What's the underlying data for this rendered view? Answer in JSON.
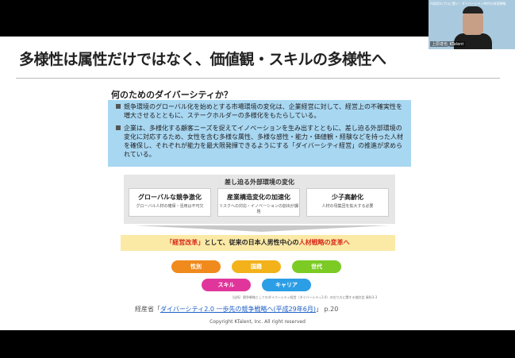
{
  "slide": {
    "title": "多様性は属性だけではなく、価値観・スキルの多様性へ",
    "subhead": "何のためのダイバーシティか？",
    "bullets": [
      "競争環境のグローバル化を始めとする市場環境の変化は、企業経営に対して、経営上の不確実性を増大させるとともに、ステークホルダーの多様化をもたらしている。",
      "企業は、多様化する顧客ニーズを捉えてイノベーションを生み出すとともに、差し迫る外部環境の変化に対応するため、女性を含む多様な属性、多様な感性・能力・価値観・経験などを持った人材を確保し、それぞれが能力を最大限発揮できるようにする「ダイバーシティ経営」の推進が求められている。"
    ],
    "environment": {
      "title": "差し迫る外部環境の変化",
      "boxes": [
        {
          "heading": "グローバルな競争激化",
          "sub": "グローバル人材の確保・活用は不可欠"
        },
        {
          "heading": "産業構造変化の加速化",
          "sub": "リスクへの対応・イノベーションの創出が課題"
        },
        {
          "heading": "少子高齢化",
          "sub": "人材の母集団を拡大する必要"
        }
      ]
    },
    "banner": {
      "red1": "「経営改革」",
      "middle": "として、従来の日本人男性中心の",
      "red2": "人材戦略の変革へ"
    },
    "pills": [
      "性別",
      "国籍",
      "世代",
      "スキル",
      "キャリア"
    ],
    "source_small": "（出所）競争戦略としてのダイバーシティ経営（ダイバーシティ2.0）の在り方に関する検討会 資料3-3",
    "citation": {
      "prefix": "経産省「",
      "link": "ダイバーシティ2.0 一歩先の競争戦略へ(平成29年6月)",
      "suffix": "」 p.20"
    },
    "copyright": "Copyright KTalent, Inc. All right reserved"
  },
  "video": {
    "overlay": "AI採用のプロに聞く！ダイバーシティ時代の採用戦略",
    "name": "上原達也_KTalent"
  }
}
